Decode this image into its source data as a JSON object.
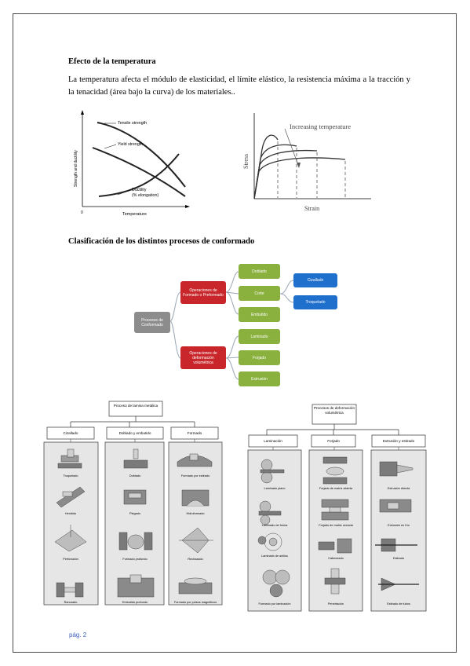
{
  "section1": {
    "heading": "Efecto de la temperatura",
    "paragraph": "La temperatura afecta el módulo de elasticidad, el límite elástico, la resistencia máxima a la tracción y la tenacidad (área bajo la curva) de los materiales.."
  },
  "graph_left": {
    "ylabel": "Strength and ductility",
    "xlabel": "Temperature",
    "origin": "0",
    "curve1": "Tensile strength",
    "curve2": "Yield strength",
    "curve3a": "Ductility",
    "curve3b": "(% elongation)"
  },
  "graph_right": {
    "annotation": "Increasing temperature",
    "ylabel": "Stress",
    "xlabel": "Strain"
  },
  "section2": {
    "heading": "Clasificación de los distintos procesos de conformado"
  },
  "tree": {
    "root": "Procesos de Conformado",
    "branch1": "Operaciones de Formado o Preformado",
    "branch2": "Operaciones de deformación volumétrica",
    "b1_children": [
      "Doblado",
      "Corte",
      "Embutido"
    ],
    "b2_children": [
      "Laminado",
      "Forjado",
      "Extrusión"
    ],
    "corte_children": [
      "Cizallado",
      "Troquelado"
    ]
  },
  "sheet_chart": {
    "title": "Proceso de lamina metálica",
    "columns": [
      {
        "header": "Cizallado",
        "items": [
          "Troquelado",
          "Hendido",
          "Perforación",
          "Ranurado"
        ]
      },
      {
        "header": "Doblado y embutido",
        "items": [
          "Doblado",
          "Plegado",
          "Formado profundo",
          "Embutido profundo"
        ]
      },
      {
        "header": "Formado",
        "items": [
          "Formado por estirado",
          "Hidroformado",
          "Rechazado",
          "Formado por pulsos magnéticos"
        ]
      }
    ]
  },
  "bulk_chart": {
    "title": "Procesos de deformación volumétrica",
    "columns": [
      {
        "header": "Laminación",
        "items": [
          "Laminado plano",
          "Laminado de forma",
          "Laminado de anillos",
          "Formado por laminación"
        ]
      },
      {
        "header": "Forjado",
        "items": [
          "Forjado de matriz abierta",
          "Forjado de matriz cerrada",
          "Cabeceado",
          "Penetración"
        ]
      },
      {
        "header": "Extrusión y estirado",
        "items": [
          "Extrusión directa",
          "Extrusión en frío",
          "Estirado",
          "Estirado de tubos"
        ]
      }
    ]
  },
  "footer": {
    "page": "pág. 2"
  }
}
